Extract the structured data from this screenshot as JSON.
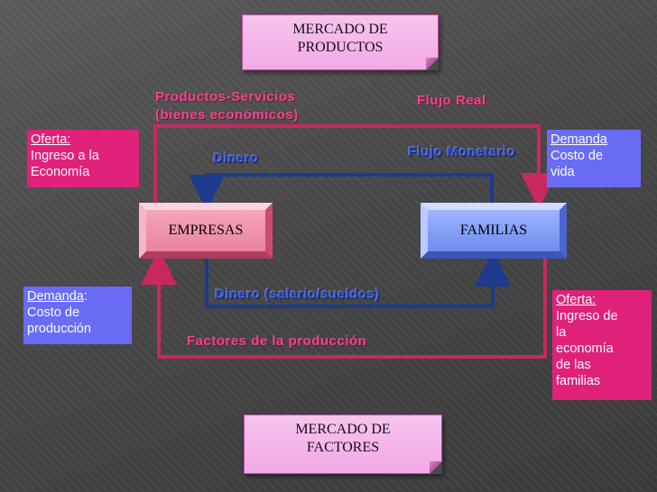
{
  "mercado_productos": {
    "line1": "MERCADO DE",
    "line2": "PRODUCTOS"
  },
  "mercado_factores": {
    "line1": "MERCADO DE",
    "line2": "FACTORES"
  },
  "empresas": "EMPRESAS",
  "familias": "FAMILIAS",
  "labels": {
    "productos_servicios_1": "Productos-Servicios",
    "productos_servicios_2": "(bienes económicos)",
    "flujo_real": "Flujo Real",
    "dinero_top": "Dinero",
    "flujo_monetario": "Flujo Monetario",
    "dinero_bottom": "Dinero (salario/sueldos)",
    "factores": "Factores de la producción"
  },
  "boxes": {
    "oferta_empresas": {
      "heading": "Oferta:",
      "l1": "Ingreso a la",
      "l2": "Economía"
    },
    "demanda_familias": {
      "heading": "Demanda",
      "l1": "Costo de",
      "l2": "vida"
    },
    "demanda_empresas": {
      "heading": "Demanda",
      "suffix": ":",
      "l1": "Costo de",
      "l2": "producción"
    },
    "oferta_familias": {
      "heading": "Oferta:",
      "l1": "Ingreso de",
      "l2": "la",
      "l3": "economía",
      "l4": "de las",
      "l5": "familias"
    }
  },
  "colors": {
    "real_flow": "#c8285e",
    "money_flow": "#1e3a8c",
    "side_pink": "#e0217a",
    "side_blue": "#6a6cf5",
    "note_fill": "#f2a9e5"
  }
}
